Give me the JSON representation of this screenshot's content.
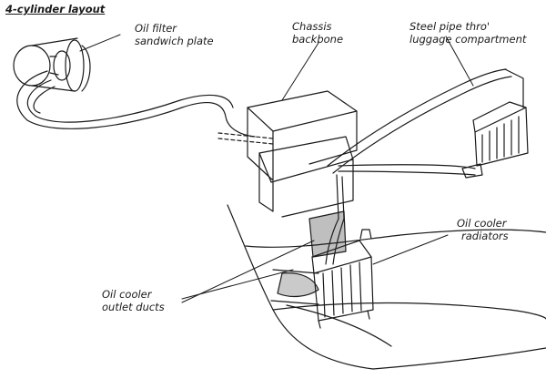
{
  "title": "4-cylinder layout",
  "labels": {
    "oil_filter_line1": "Oil filter",
    "oil_filter_line2": "sandwich  plate",
    "chassis_line1": "Chassis",
    "chassis_line2": "backbone",
    "steel_pipe_line1": "Steel pipe thro'",
    "steel_pipe_line2": "luggage compartment",
    "radiators_line1": "Oil cooler",
    "radiators_line2": "radiators",
    "ducts_line1": "Oil cooler",
    "ducts_line2": "outlet ducts"
  },
  "colors": {
    "ink": "#1a1a1a",
    "background": "#ffffff"
  }
}
